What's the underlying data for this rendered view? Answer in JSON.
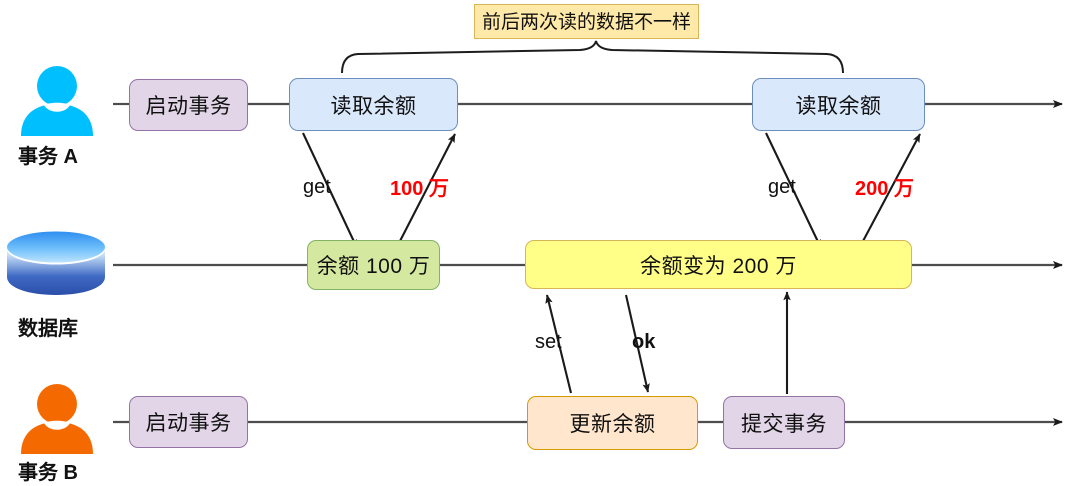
{
  "diagram": {
    "title_banner": "前后两次读的数据不一样",
    "lanes": [
      {
        "id": "transaction-a",
        "label": "事务 A",
        "icon": "user-icon",
        "icon_color": "#00bfff"
      },
      {
        "id": "database",
        "label": "数据库",
        "icon": "database-cylinder-icon",
        "icon_color": "#2d6bd4"
      },
      {
        "id": "transaction-b",
        "label": "事务 B",
        "icon": "user-icon",
        "icon_color": "#f56a00"
      }
    ],
    "nodes": {
      "a_begin": "启动事务",
      "a_read1": "读取余额",
      "a_read2": "读取余额",
      "db_before": "余额 100 万",
      "db_after": "余额变为 200 万",
      "b_begin": "启动事务",
      "b_update": "更新余额",
      "b_commit": "提交事务"
    },
    "edge_labels": {
      "get1": "get",
      "val1": "100 万",
      "get2": "get",
      "val2": "200 万",
      "set": "set",
      "ok": "ok"
    },
    "colors": {
      "purple_fill": "#e1d5e7",
      "purple_stroke": "#9673a6",
      "blue_fill": "#dae8fc",
      "blue_stroke": "#6c8ebf",
      "green_fill": "#d5e8a0",
      "green_stroke": "#82b366",
      "yellow_fill": "#ffff88",
      "yellow_stroke": "#d6b656",
      "orange_fill": "#ffe6cc",
      "orange_stroke": "#d79b00",
      "banner_fill": "#ffe9a8",
      "line": "#4d4d4d",
      "red_text": "#ff0000"
    }
  }
}
